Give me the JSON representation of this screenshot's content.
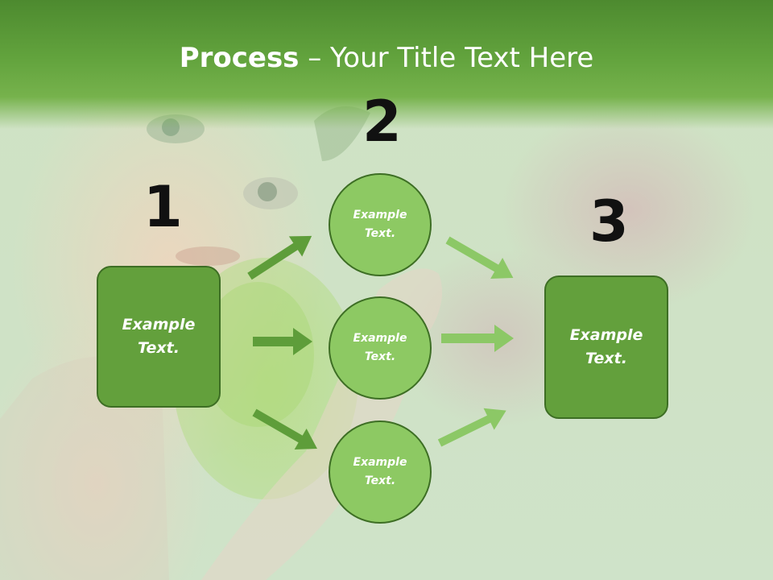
{
  "slide": {
    "title_bold": "Process",
    "title_rest": " – Your Title Text Here",
    "steps": [
      {
        "number": "1",
        "box_text_line1": "Example",
        "box_text_line2": "Text."
      },
      {
        "number": "2"
      },
      {
        "number": "3",
        "box_text_line1": "Example",
        "box_text_line2": "Text."
      }
    ],
    "circles": [
      {
        "line1": "Example",
        "line2": "Text."
      },
      {
        "line1": "Example",
        "line2": "Text."
      },
      {
        "line1": "Example",
        "line2": "Text."
      }
    ]
  },
  "colors": {
    "header": "#62a33d",
    "box_fill": "#63a03c",
    "circle_fill": "#8dc963",
    "outline": "#3d6e24",
    "arrow_left": "#5e9d3a",
    "arrow_right": "#8cc866"
  }
}
